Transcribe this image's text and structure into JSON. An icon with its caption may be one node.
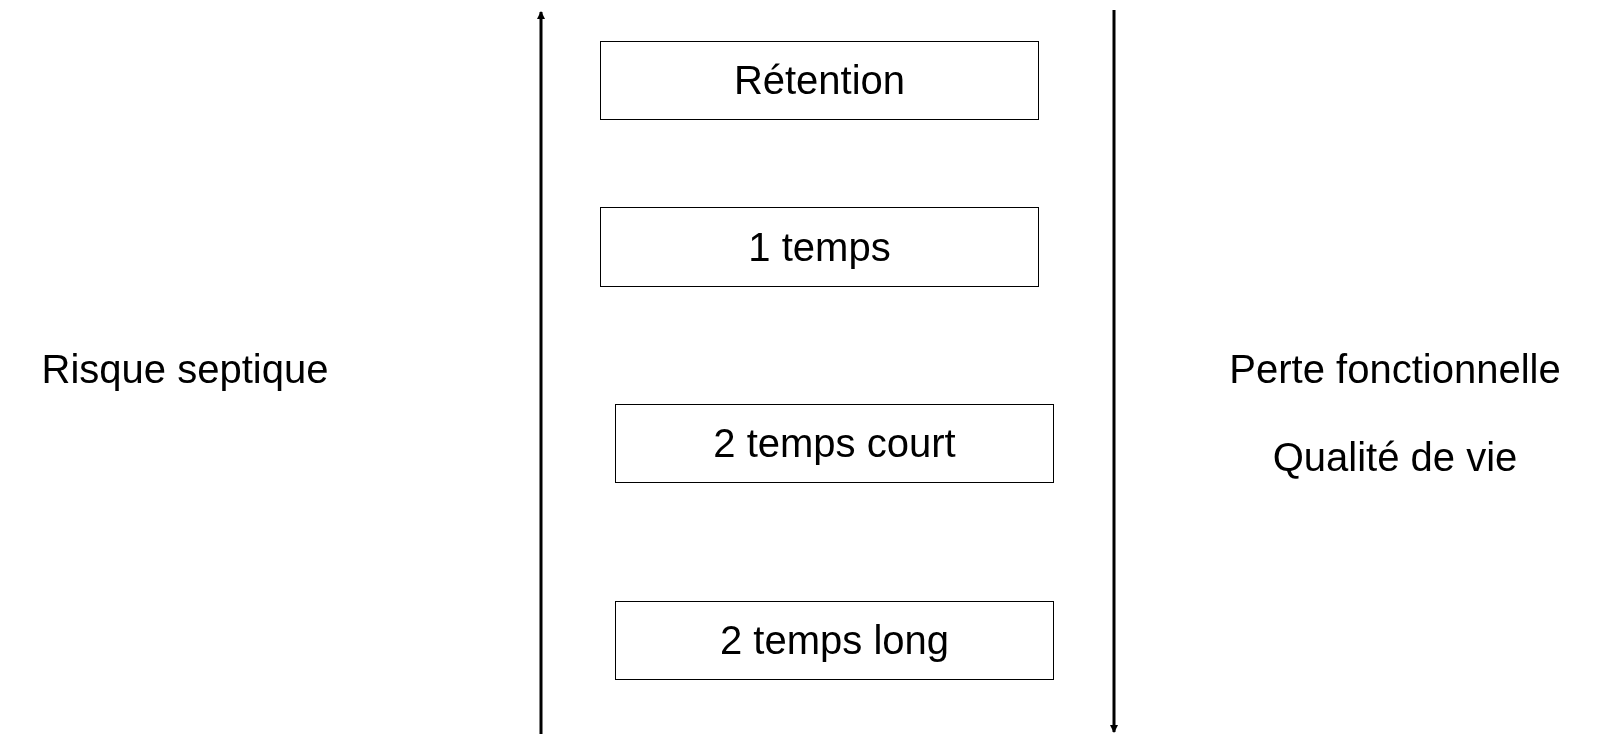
{
  "diagram": {
    "nodes": [
      {
        "text": [
          "Rétention"
        ]
      },
      {
        "text": [
          "1 temps"
        ]
      },
      {
        "text": [
          "2 temps court"
        ]
      },
      {
        "text": [
          "2 temps long"
        ]
      }
    ],
    "edges": [],
    "labels": [
      "Risque septique",
      "Perte fonctionnelle",
      "Qualité de vie"
    ]
  }
}
